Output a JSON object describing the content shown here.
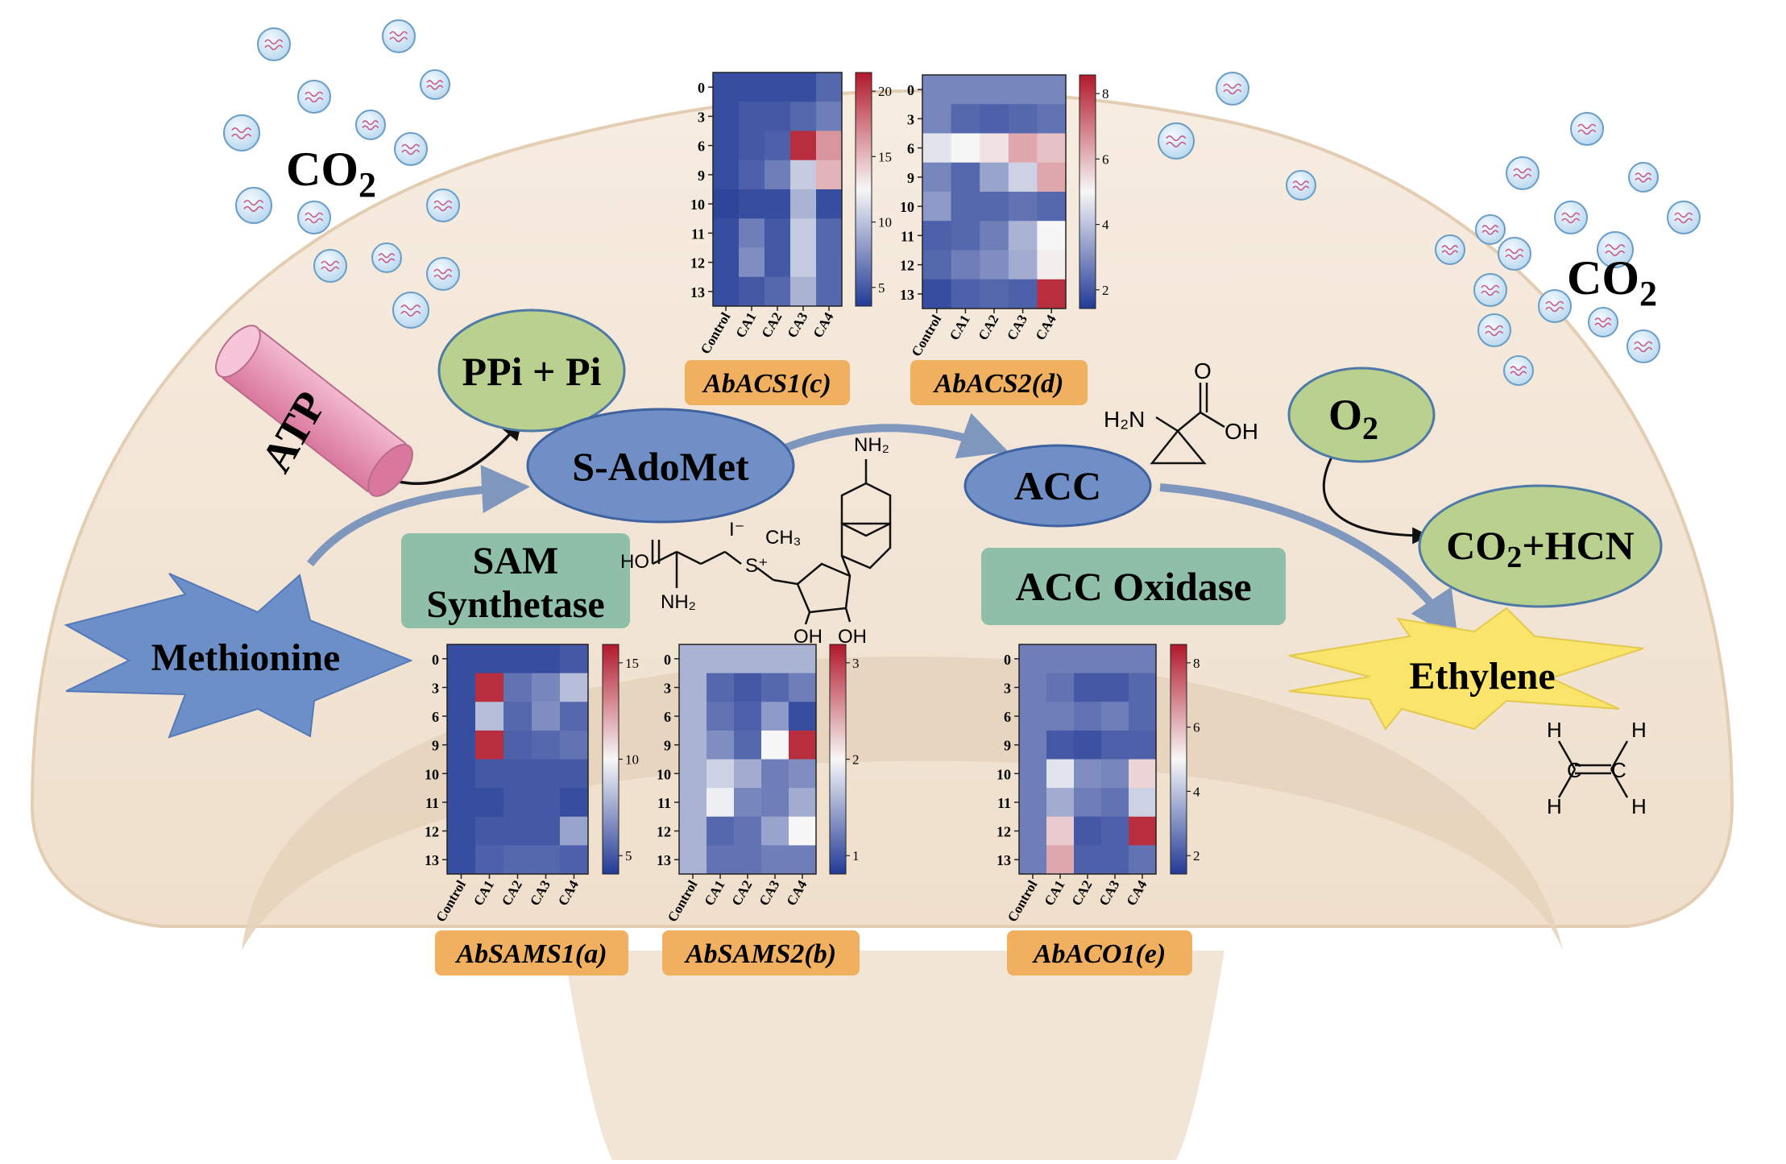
{
  "colors": {
    "cap": "#f4e7d6",
    "cap_edge": "#e9d7c2",
    "stem": "#e7d5c0",
    "ellipse_blue": "#6f8fc6",
    "ellipse_green": "#b9d08f",
    "box_teal": "#8fbfa8",
    "label_orange": "#f0b060",
    "methionine_blue": "#6d8fc8",
    "ethylene_yellow": "#fbe46a",
    "atp_pink": "#e58fb0",
    "bubble": "#cfe4f4",
    "arrow_blue": "#7f97bd"
  },
  "labels": {
    "co2_left": "CO",
    "co2_right": "CO",
    "co2_sub": "2",
    "ppi": "PPi + Pi",
    "atp": "ATP",
    "sadomet": "S-AdoMet",
    "acc": "ACC",
    "sam_synthetase_line1": "SAM",
    "sam_synthetase_line2": "Synthetase",
    "acc_oxidase": "ACC Oxidase",
    "methionine": "Methionine",
    "o2": "O",
    "o2_sub": "2",
    "co2hcn_prefix": "CO",
    "co2hcn_sub": "2",
    "co2hcn_suffix": "+HCN",
    "ethylene": "Ethylene"
  },
  "chem": {
    "acc_h2n": "H₂N",
    "acc_oh": "OH",
    "sam_nh2_top": "NH₂",
    "sam_iodide": "I⁻",
    "sam_ch3": "CH₃",
    "sam_s": "S⁺",
    "sam_ho": "HO",
    "sam_nh2_bottom": "NH₂",
    "sam_oh1": "OH",
    "sam_oh2": "OH",
    "eth_h": "H"
  },
  "heatmaps": [
    {
      "id": "acs1",
      "title": "AbACS1(c)",
      "rows": [
        "0",
        "3",
        "6",
        "9",
        "10",
        "11",
        "12",
        "13"
      ],
      "cols": [
        "Control",
        "CA1",
        "CA2",
        "CA3",
        "CA4"
      ],
      "ticks": [
        "20",
        "15",
        "10",
        "5"
      ],
      "values": [
        [
          0.05,
          0.05,
          0.05,
          0.05,
          0.12
        ],
        [
          0.05,
          0.08,
          0.08,
          0.12,
          0.18
        ],
        [
          0.05,
          0.08,
          0.1,
          0.95,
          0.72
        ],
        [
          0.05,
          0.1,
          0.18,
          0.38,
          0.65
        ],
        [
          0.03,
          0.05,
          0.05,
          0.32,
          0.05
        ],
        [
          0.05,
          0.18,
          0.08,
          0.38,
          0.12
        ],
        [
          0.05,
          0.22,
          0.08,
          0.38,
          0.12
        ],
        [
          0.05,
          0.08,
          0.12,
          0.32,
          0.12
        ]
      ]
    },
    {
      "id": "acs2",
      "title": "AbACS2(d)",
      "rows": [
        "0",
        "3",
        "6",
        "9",
        "10",
        "11",
        "12",
        "13"
      ],
      "cols": [
        "Control",
        "CA1",
        "CA2",
        "CA3",
        "CA4"
      ],
      "ticks": [
        "8",
        "6",
        "4",
        "2"
      ],
      "values": [
        [
          0.2,
          0.2,
          0.2,
          0.2,
          0.2
        ],
        [
          0.2,
          0.12,
          0.1,
          0.12,
          0.15
        ],
        [
          0.45,
          0.5,
          0.55,
          0.68,
          0.62
        ],
        [
          0.2,
          0.12,
          0.28,
          0.4,
          0.68
        ],
        [
          0.25,
          0.12,
          0.12,
          0.15,
          0.12
        ],
        [
          0.1,
          0.12,
          0.18,
          0.32,
          0.5
        ],
        [
          0.12,
          0.18,
          0.22,
          0.3,
          0.52
        ],
        [
          0.05,
          0.1,
          0.12,
          0.1,
          0.95
        ]
      ]
    },
    {
      "id": "sams1",
      "title": "AbSAMS1(a)",
      "rows": [
        "0",
        "3",
        "6",
        "9",
        "10",
        "11",
        "12",
        "13"
      ],
      "cols": [
        "Control",
        "CA1",
        "CA2",
        "CA3",
        "CA4"
      ],
      "ticks": [
        "15",
        "10",
        "5"
      ],
      "values": [
        [
          0.05,
          0.05,
          0.05,
          0.05,
          0.08
        ],
        [
          0.05,
          0.95,
          0.15,
          0.2,
          0.35
        ],
        [
          0.05,
          0.35,
          0.12,
          0.22,
          0.12
        ],
        [
          0.05,
          0.95,
          0.1,
          0.12,
          0.15
        ],
        [
          0.05,
          0.08,
          0.08,
          0.08,
          0.08
        ],
        [
          0.05,
          0.05,
          0.08,
          0.08,
          0.05
        ],
        [
          0.05,
          0.08,
          0.08,
          0.08,
          0.28
        ],
        [
          0.05,
          0.1,
          0.12,
          0.12,
          0.1
        ]
      ]
    },
    {
      "id": "sams2",
      "title": "AbSAMS2(b)",
      "rows": [
        "0",
        "3",
        "6",
        "9",
        "10",
        "11",
        "12",
        "13"
      ],
      "cols": [
        "Control",
        "CA1",
        "CA2",
        "CA3",
        "CA4"
      ],
      "ticks": [
        "3",
        "2",
        "1"
      ],
      "values": [
        [
          0.32,
          0.32,
          0.32,
          0.32,
          0.32
        ],
        [
          0.32,
          0.12,
          0.08,
          0.12,
          0.18
        ],
        [
          0.32,
          0.15,
          0.1,
          0.25,
          0.05
        ],
        [
          0.32,
          0.22,
          0.12,
          0.5,
          0.95
        ],
        [
          0.32,
          0.4,
          0.3,
          0.18,
          0.22
        ],
        [
          0.32,
          0.48,
          0.2,
          0.18,
          0.3
        ],
        [
          0.32,
          0.12,
          0.15,
          0.28,
          0.5
        ],
        [
          0.32,
          0.15,
          0.15,
          0.18,
          0.18
        ]
      ]
    },
    {
      "id": "aco1",
      "title": "AbACO1(e)",
      "rows": [
        "0",
        "3",
        "6",
        "9",
        "10",
        "11",
        "12",
        "13"
      ],
      "cols": [
        "Control",
        "CA1",
        "CA2",
        "CA3",
        "CA4"
      ],
      "ticks": [
        "8",
        "6",
        "4",
        "2"
      ],
      "values": [
        [
          0.18,
          0.18,
          0.18,
          0.18,
          0.18
        ],
        [
          0.18,
          0.15,
          0.08,
          0.08,
          0.12
        ],
        [
          0.18,
          0.18,
          0.15,
          0.18,
          0.12
        ],
        [
          0.18,
          0.08,
          0.06,
          0.1,
          0.1
        ],
        [
          0.18,
          0.45,
          0.22,
          0.2,
          0.58
        ],
        [
          0.18,
          0.3,
          0.18,
          0.15,
          0.4
        ],
        [
          0.18,
          0.6,
          0.08,
          0.1,
          0.95
        ],
        [
          0.18,
          0.68,
          0.1,
          0.1,
          0.15
        ]
      ]
    }
  ]
}
